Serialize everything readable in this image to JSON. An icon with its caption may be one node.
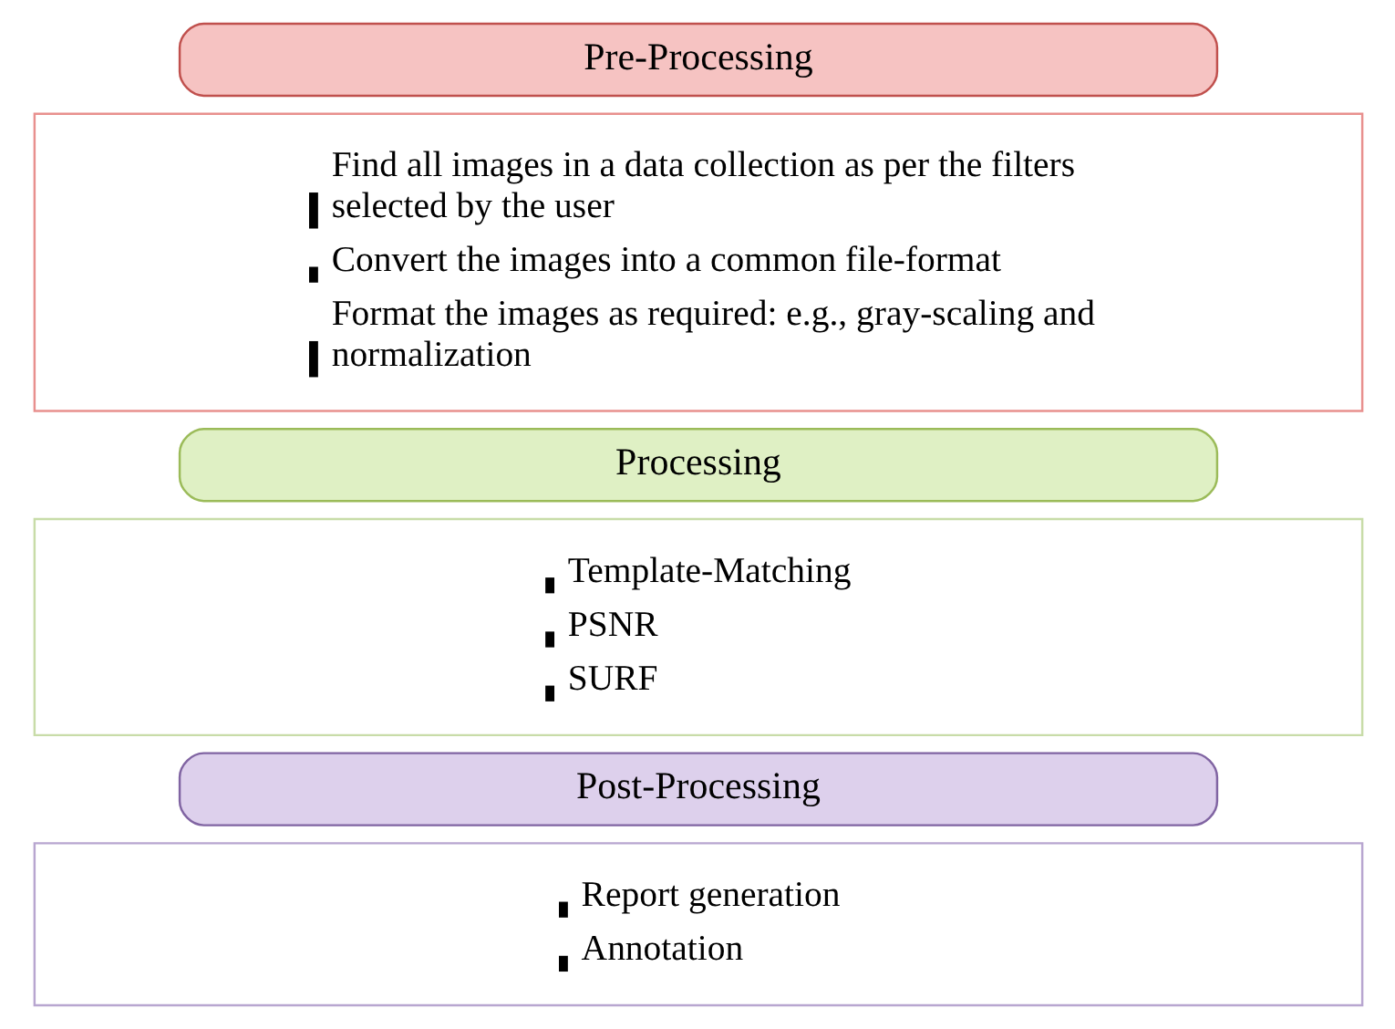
{
  "diagram": {
    "nodes": [
      {
        "text": [
          "Pre-Processing"
        ]
      },
      {
        "text": [
          "Find all images in a data collection as per the filters selected by the user",
          "Convert the images into a common file-format",
          "Format the images as required: e.g., gray-scaling and normalization"
        ]
      },
      {
        "text": [
          "Processing"
        ]
      },
      {
        "text": [
          "Template-Matching",
          "PSNR",
          "SURF"
        ]
      },
      {
        "text": [
          "Post-Processing"
        ]
      },
      {
        "text": [
          "Report generation",
          "Annotation"
        ]
      }
    ],
    "edges": []
  }
}
